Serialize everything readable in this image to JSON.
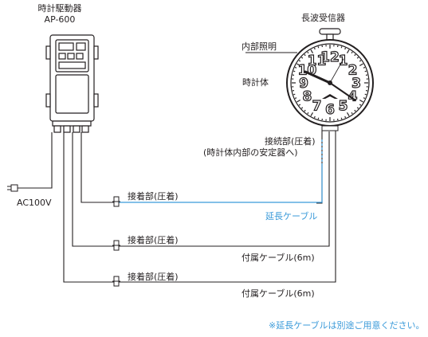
{
  "driver": {
    "title": "時計駆動器",
    "model": "AP-600"
  },
  "receiver": {
    "label": "長波受信器"
  },
  "clock": {
    "lighting_label": "内部照明",
    "body_label": "時計体",
    "numerals": [
      "12",
      "1",
      "2",
      "3",
      "4",
      "5",
      "6",
      "7",
      "8",
      "9",
      "10",
      "11"
    ]
  },
  "junction_label": "接続部(圧着)",
  "junction_note": "(時計体内部の安定器へ)",
  "power": {
    "label": "AC100V"
  },
  "connectors": [
    "接着部(圧着)",
    "接着部(圧着)",
    "接着部(圧着)"
  ],
  "cables": {
    "extension": "延長ケーブル",
    "supplied_1": "付属ケーブル(6m)",
    "supplied_2": "付属ケーブル(6m)"
  },
  "footnote": "※延長ケーブルは別途ご用意ください。",
  "colors": {
    "line": "#231f20",
    "accent": "#3a9ad9",
    "face": "#ffffff",
    "case": "#ffffff"
  }
}
